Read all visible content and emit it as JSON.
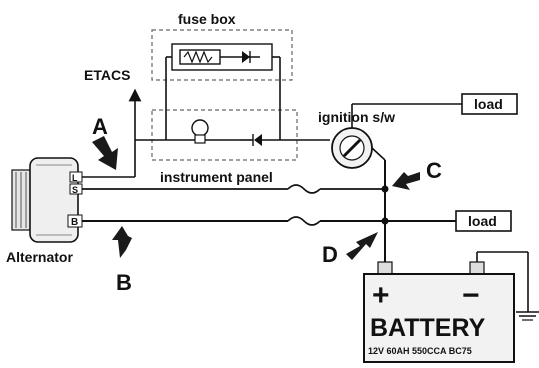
{
  "labels": {
    "fuse_box": "fuse box",
    "etacs": "ETACS",
    "instrument_panel": "instrument panel",
    "ignition_sw": "ignition s/w",
    "load_top": "load",
    "load_mid": "load",
    "alternator": "Alternator",
    "terminal_l": "L",
    "terminal_s": "S",
    "terminal_b": "B",
    "point_a": "A",
    "point_b": "B",
    "point_c": "C",
    "point_d": "D",
    "battery_plus": "+",
    "battery_minus": "−",
    "battery": "BATTERY",
    "battery_spec": "12V 60AH 550CCA BC75"
  },
  "colors": {
    "wire": "#111111",
    "dash_box": "#666666",
    "arrow_fill": "#1a1a1a",
    "battery_fill": "#f2f2f2"
  }
}
